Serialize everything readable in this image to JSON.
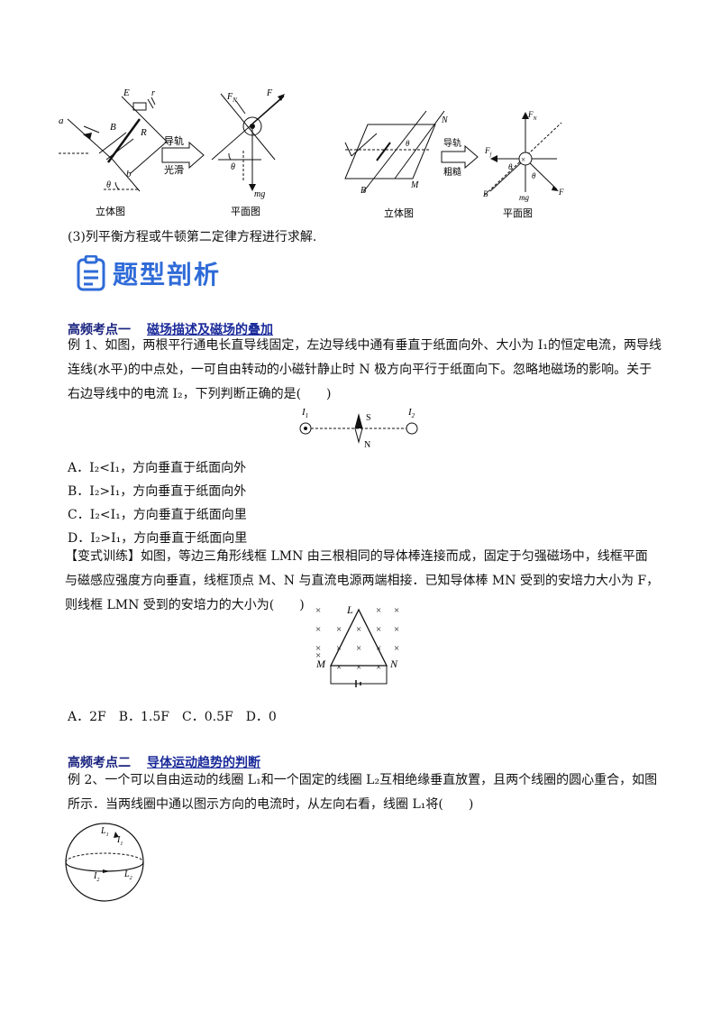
{
  "top_figures": {
    "left": {
      "labels": {
        "E": "E",
        "r": "r",
        "a": "a",
        "B": "B",
        "R": "R",
        "b": "b",
        "theta": "θ",
        "FN": "F",
        "FN_sub": "N",
        "F": "F",
        "mg": "mg"
      },
      "arrow_top": "导轨",
      "arrow_bottom": "光滑",
      "caption_3d": "立体图",
      "caption_plane": "平面图"
    },
    "right": {
      "labels": {
        "N": "N",
        "M": "M",
        "B": "B",
        "theta": "θ",
        "FN": "F",
        "FN_sub": "N",
        "Ff": "F",
        "Ff_sub": "f",
        "mg": "mg",
        "F": "F",
        "B2": "B"
      },
      "arrow_top": "导轨",
      "arrow_bottom": "粗糙",
      "caption_3d": "立体图",
      "caption_plane": "平面图"
    }
  },
  "step3": "(3)列平衡方程或牛顿第二定律方程进行求解.",
  "banner": {
    "title": "题型剖析",
    "icon": "clipboard-list-icon",
    "color": "#2f6bd8"
  },
  "section1": {
    "label": "高频考点一",
    "title": "磁场描述及磁场的叠加"
  },
  "example1": {
    "text": "例 1、如图，两根平行通电长直导线固定，左边导线中通有垂直于纸面向外、大小为 I₁的恒定电流，两导线连线(水平)的中点处，一可自由转动的小磁针静止时 N 极方向平行于纸面向下。忽略地磁场的影响。关于右边导线中的电流 I₂，下列判断正确的是(　　)",
    "figure": {
      "I1": "I",
      "I1_sub": "1",
      "I2": "I",
      "I2_sub": "2",
      "S": "S",
      "N": "N"
    },
    "options": [
      "A．I₂<I₁，方向垂直于纸面向外",
      "B．I₂>I₁，方向垂直于纸面向外",
      "C．I₂<I₁，方向垂直于纸面向里",
      "D．I₂>I₁，方向垂直于纸面向里"
    ]
  },
  "variant": {
    "text": "【变式训练】如图，等边三角形线框 LMN 由三根相同的导体棒连接而成，固定于匀强磁场中，线框平面与磁感应强度方向垂直，线框顶点 M、N 与直流电源两端相接．已知导体棒 MN 受到的安培力大小为 F，则线框 LMN 受到的安培力的大小为(　　)",
    "figure": {
      "L": "L",
      "M": "M",
      "N": "N",
      "cross": "×"
    },
    "options": "A．2F　B．1.5F　C．0.5F　D．0"
  },
  "section2": {
    "label": "高频考点二",
    "title": "导体运动趋势的判断"
  },
  "example2": {
    "text": "例 2、一个可以自由运动的线圈 L₁和一个固定的线圈 L₂互相绝缘垂直放置，且两个线圈的圆心重合，如图所示．当两线圈中通以图示方向的电流时，从左向右看，线圈 L₁将(　　)",
    "figure": {
      "L1": "L",
      "L1_sub": "1",
      "I1": "I",
      "I1_sub": "1",
      "I2": "I",
      "I2_sub": "2",
      "L2": "L",
      "L2_sub": "2"
    }
  }
}
